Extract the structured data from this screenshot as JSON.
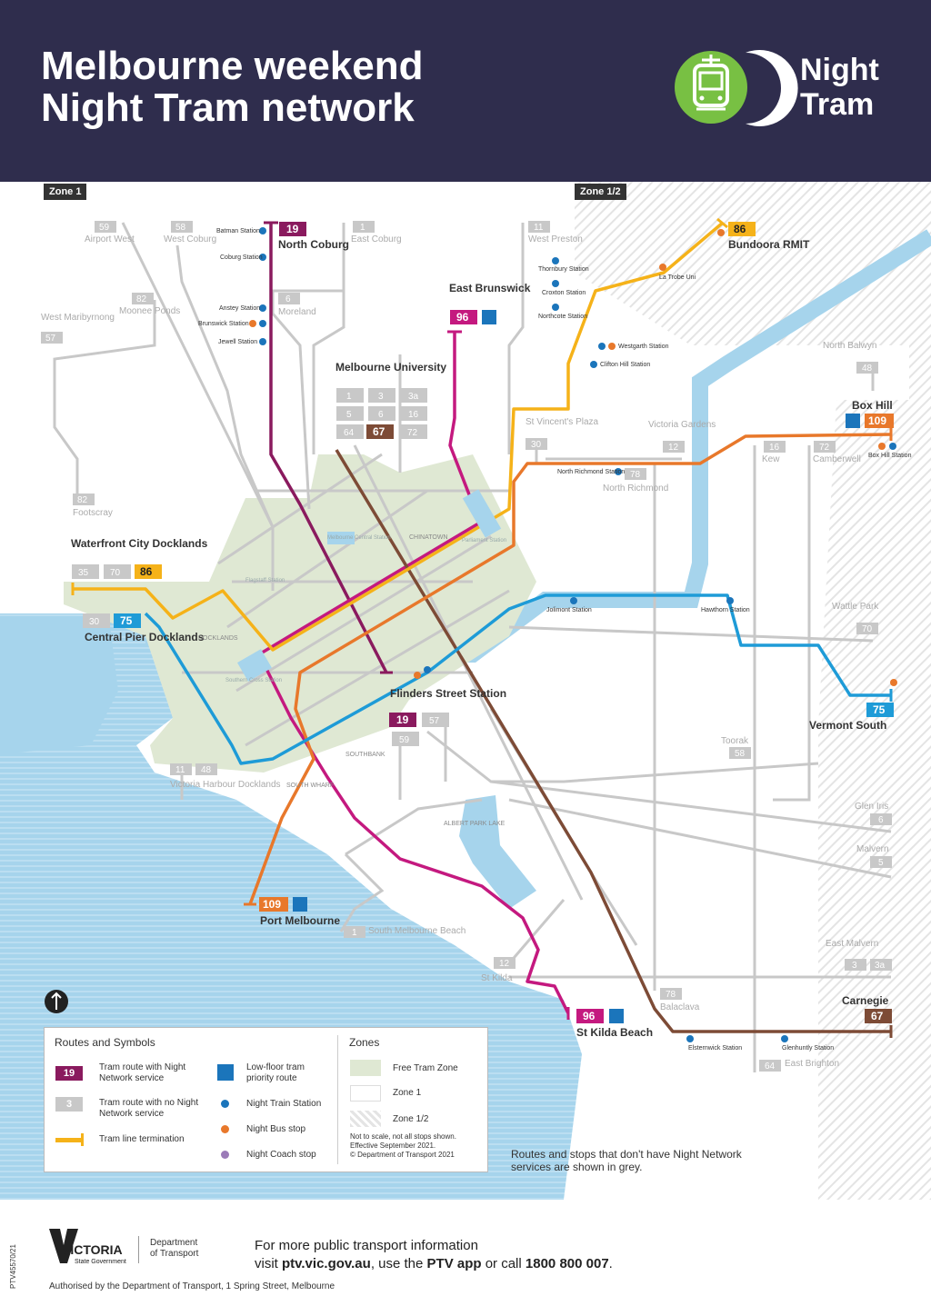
{
  "header": {
    "title_line1": "Melbourne weekend",
    "title_line2": "Night Tram network",
    "logo_line1": "Night",
    "logo_line2": "Tram"
  },
  "zones": {
    "zone1": "Zone 1",
    "zone12": "Zone 1/2"
  },
  "colors": {
    "r19": "#8a1a5e",
    "r96": "#c4197f",
    "r67": "#7d4b36",
    "r86": "#f5b219",
    "r109": "#e8782b",
    "r75": "#1e9bd7",
    "grey": "#c8c8c8",
    "water": "#a6d4ec",
    "free_zone": "#dfe8d3",
    "header": "#2f2d4d"
  },
  "map_labels": {
    "north_coburg": "North Coburg",
    "east_brunswick": "East Brunswick",
    "melbourne_university": "Melbourne University",
    "bundoora": "Bundoora RMIT",
    "box_hill": "Box Hill",
    "waterfront": "Waterfront City Docklands",
    "central_pier": "Central Pier Docklands",
    "flinders": "Flinders Street Station",
    "vermont": "Vermont South",
    "port_melbourne": "Port Melbourne",
    "st_kilda_beach": "St Kilda Beach",
    "carnegie": "Carnegie",
    "airport_west": "Airport West",
    "west_coburg": "West Coburg",
    "east_coburg": "East Coburg",
    "moreland": "Moreland",
    "moonee_ponds": "Moonee Ponds",
    "west_maribyrnong": "West Maribyrnong",
    "footscray": "Footscray",
    "west_preston": "West Preston",
    "st_vincents": "St Vincent's Plaza",
    "victoria_gardens": "Victoria Gardens",
    "north_richmond": "North Richmond",
    "kew": "Kew",
    "camberwell": "Camberwell",
    "north_balwyn": "North Balwyn",
    "wattle_park": "Wattle Park",
    "toorak": "Toorak",
    "glen_iris": "Glen Iris",
    "malvern": "Malvern",
    "east_malvern": "East Malvern",
    "balaclava": "Balaclava",
    "east_brighton": "East Brighton",
    "st_kilda": "St Kilda",
    "south_melbourne_beach": "South Melbourne Beach",
    "victoria_harbour": "Victoria Harbour Docklands",
    "docklands": "DOCKLANDS",
    "chinatown": "CHINATOWN",
    "southbank": "SOUTHBANK",
    "south_wharf": "SOUTH WHARF",
    "albert_park_lake": "ALBERT PARK LAKE"
  },
  "stations": {
    "batman": "Batman Station",
    "coburg": "Coburg Station",
    "anstey": "Anstey Station",
    "brunswick": "Brunswick Station",
    "jewell": "Jewell Station",
    "thornbury": "Thornbury Station",
    "croxton": "Croxton Station",
    "northcote": "Northcote Station",
    "westgarth": "Westgarth Station",
    "clifton_hill": "Clifton Hill Station",
    "la_trobe": "La Trobe Uni",
    "box_hill": "Box Hill Station",
    "north_richmond": "North Richmond Station",
    "jolimont": "Jolimont Station",
    "hawthorn": "Hawthorn Station",
    "melbourne_central": "Melbourne Central Station",
    "parliament": "Parliament Station",
    "flagstaff": "Flagstaff Station",
    "southern_cross": "Southern Cross Station",
    "elsternwick": "Elsternwick Station",
    "glenhuntly": "Glenhuntly Station"
  },
  "routes": {
    "r19": "19",
    "r96": "96",
    "r67": "67",
    "r86": "86",
    "r109": "109",
    "r75": "75",
    "g59": "59",
    "g58": "58",
    "g1": "1",
    "g6": "6",
    "g82": "82",
    "g57": "57",
    "g11": "11",
    "g3": "3",
    "g3a": "3a",
    "g5": "5",
    "g16": "16",
    "g64": "64",
    "g72": "72",
    "g30": "30",
    "g12": "12",
    "g78": "78",
    "g48": "48",
    "g35": "35",
    "g70": "70",
    "g5b": "5",
    "g6b": "6",
    "g48b": "48"
  },
  "legend": {
    "routes_title": "Routes and Symbols",
    "zones_title": "Zones",
    "night_route_chip": "19",
    "night_route": "Tram route with Night Network service",
    "no_night_chip": "3",
    "no_night": "Tram route with no Night Network service",
    "termination": "Tram line termination",
    "low_floor": "Low-floor tram priority route",
    "train": "Night Train Station",
    "bus": "Night Bus stop",
    "coach": "Night Coach stop",
    "free_zone": "Free Tram Zone",
    "zone1": "Zone 1",
    "zone12": "Zone 1/2",
    "disclaimer1": "Not to scale, not all stops shown.",
    "disclaimer2": "Effective September 2021.",
    "disclaimer3": "© Department of Transport 2021"
  },
  "note": "Routes and stops that don't have Night Network services are shown in grey.",
  "footer": {
    "victoria": "VICTORIA",
    "state_gov": "State Government",
    "dept1": "Department",
    "dept2": "of Transport",
    "info1": "For more public transport information",
    "info2_a": "visit ",
    "info2_b": "ptv.vic.gov.au",
    "info2_c": ", use the ",
    "info2_d": "PTV app",
    "info2_e": " or call ",
    "info2_f": "1800 800 007",
    "info2_g": ".",
    "authorised": "Authorised by the Department of Transport, 1 Spring Street, Melbourne",
    "code": "PTV45570/21"
  }
}
